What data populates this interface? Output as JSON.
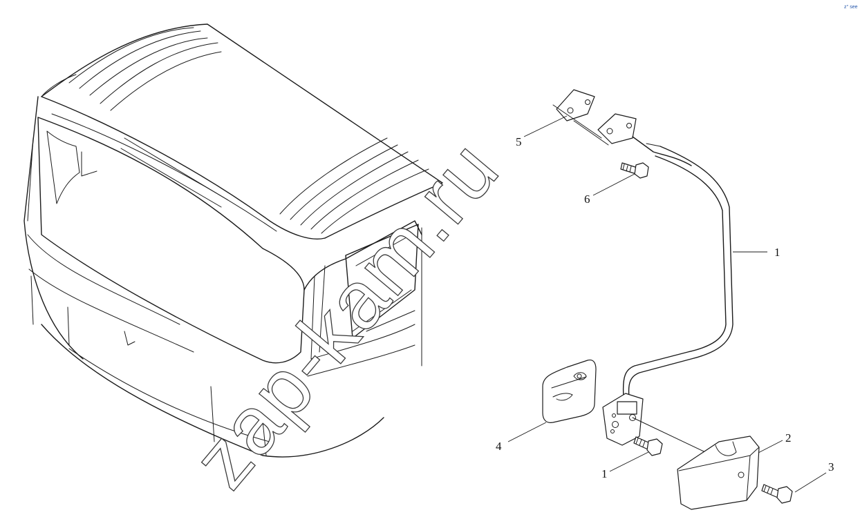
{
  "corner_mark": "z° see",
  "watermark": "zap-kam.ru",
  "callouts": {
    "c1_rod": "1",
    "c1_bolt": "1",
    "c2": "2",
    "c3": "3",
    "c4": "4",
    "c5": "5",
    "c6": "6"
  },
  "colors": {
    "line": "#1a1a1a",
    "background": "#ffffff",
    "corner_mark": "#2255aa"
  }
}
